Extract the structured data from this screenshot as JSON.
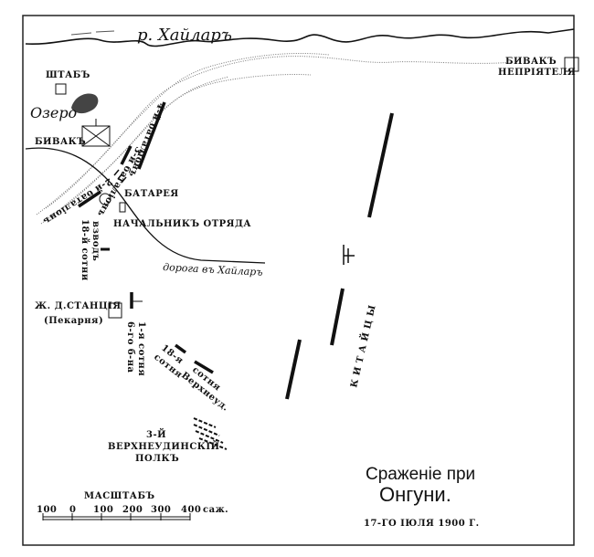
{
  "river_label": "р. Хайларъ",
  "labels": {
    "shtab": "ШТАБЪ",
    "lake": "Озеро",
    "bivak": "БИВАКЪ",
    "enemy_bivak_1": "БИВАКЪ",
    "enemy_bivak_2": "НЕПРІЯТЕЛЯ",
    "battalion_4": "4-й баталіонъ",
    "battalion_3": "3-й баталіонъ",
    "battalion_2": "2-й баталіонъ",
    "battery": "БАТАРЕЯ",
    "commander": "НАЧАЛЬНИКЪ ОТРЯДА",
    "platoon_1": "взводъ",
    "platoon_2": "18-й сотни",
    "road": "дорога въ Хайларъ",
    "station_1": "Ж. Д.СТАНЦІЯ",
    "station_2": "(Пекарня)",
    "sotnia1_1": "1-я сотня",
    "sotnia1_2": "6-го б-на",
    "sotnia18_1": "18-я",
    "sotnia18_2": "сотня",
    "sotniaV_1": "сотня",
    "sotniaV_2": "Верхнеуд.",
    "regiment_1": "3-Й",
    "regiment_2": "ВЕРХНЕУДИНСКІЙ",
    "regiment_3": "ПОЛКЪ",
    "chinese": "К И Т А Й Ц Ы"
  },
  "scale": {
    "title": "МАСШТАБЪ",
    "ticks": [
      "100",
      "0",
      "100",
      "200",
      "300",
      "400"
    ],
    "unit": "саж."
  },
  "title": {
    "line1": "Сраженіе при",
    "line2": "Онгуни.",
    "date": "17-ГО ІЮЛЯ 1900 Г."
  }
}
